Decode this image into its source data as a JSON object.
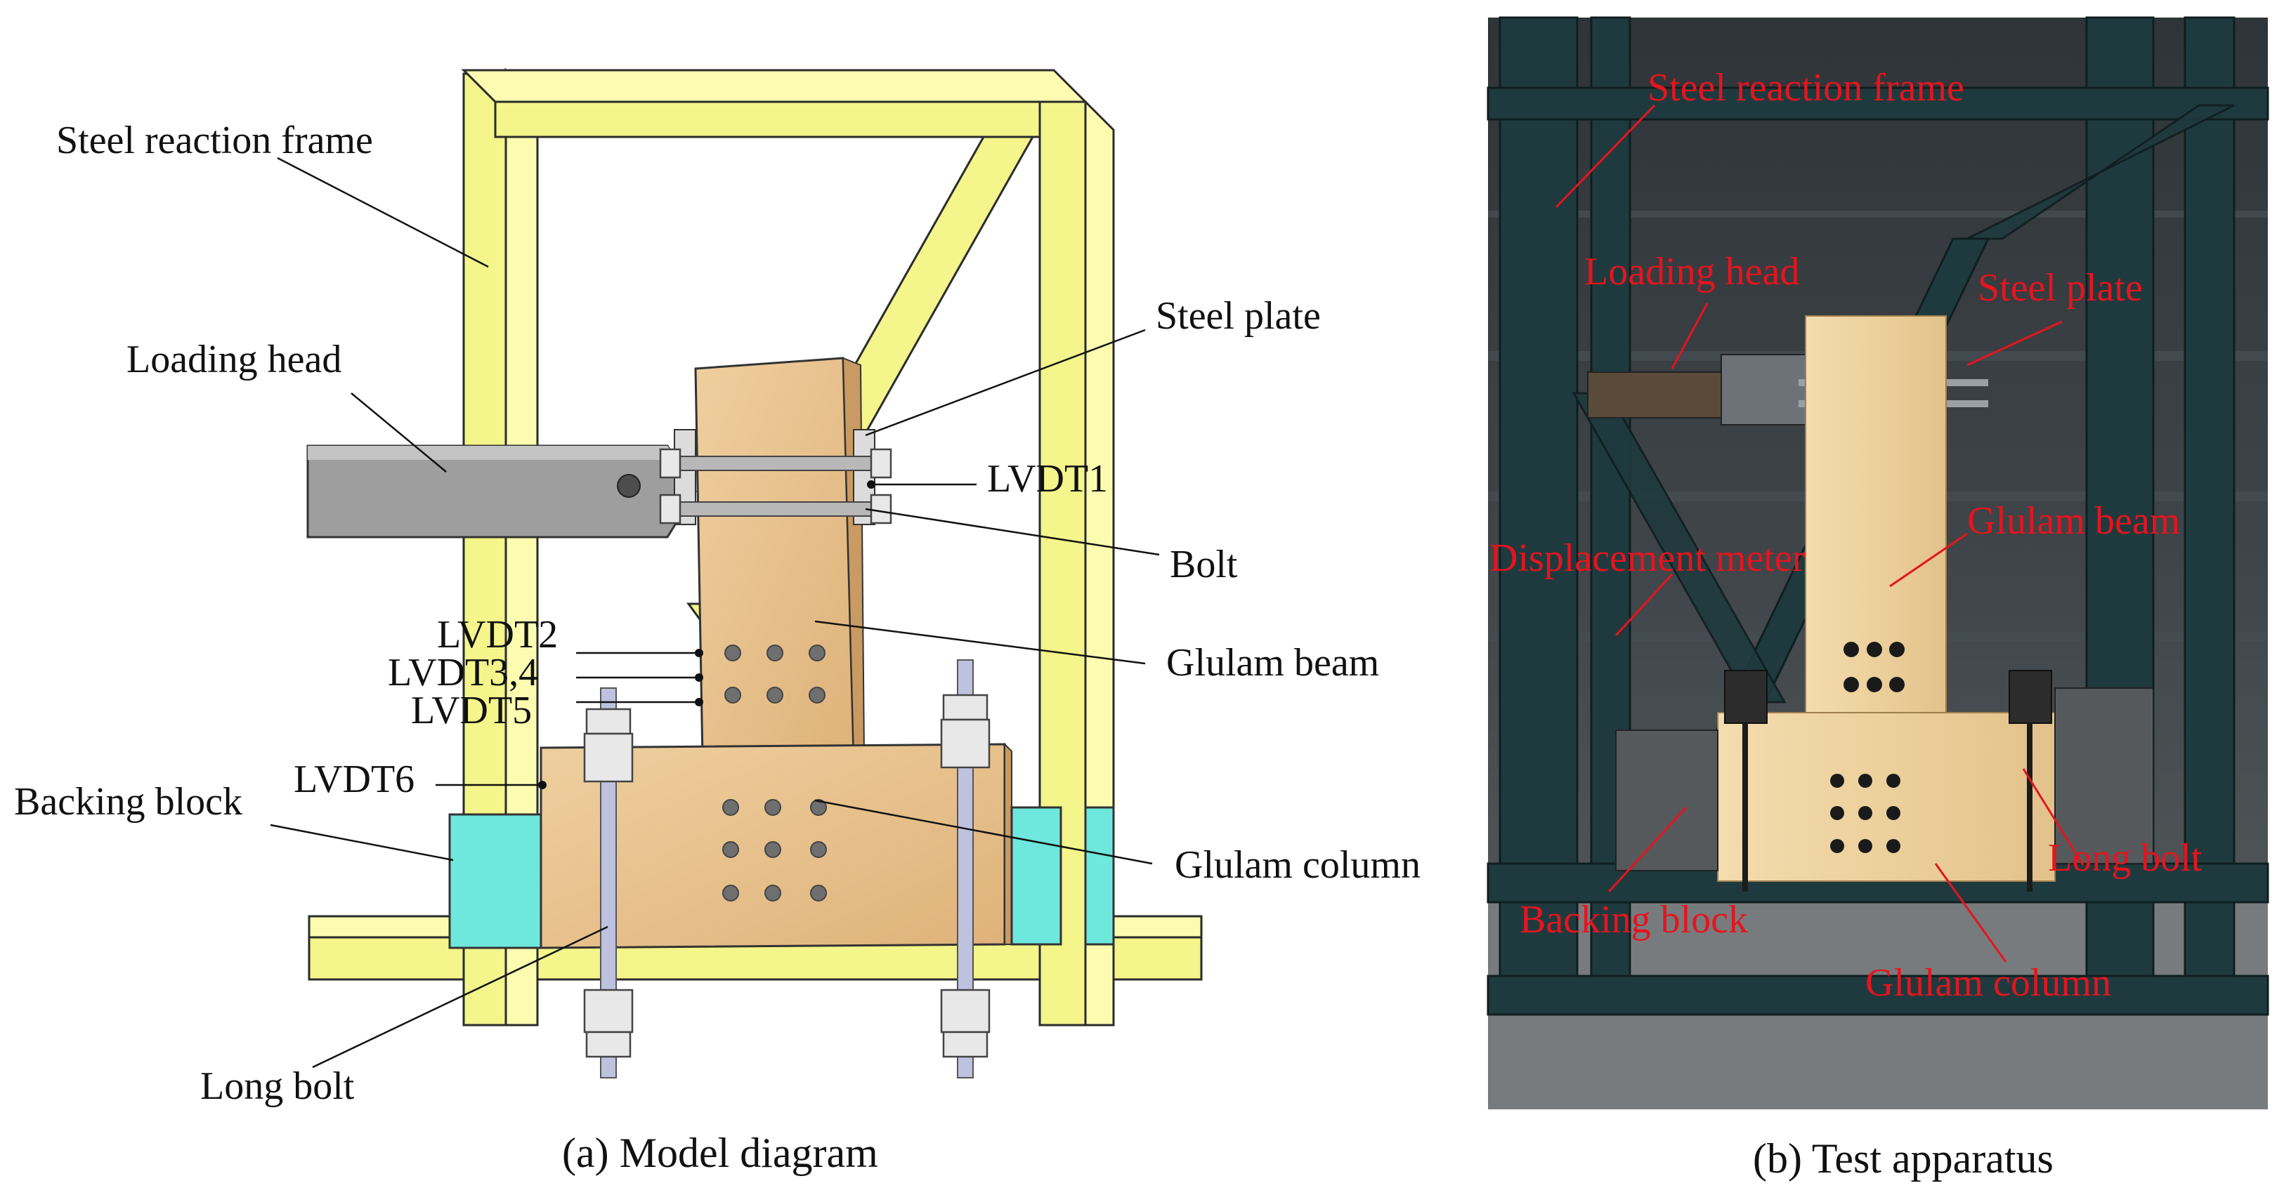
{
  "panel_a": {
    "caption": "(a) Model diagram",
    "labels": {
      "steel_reaction_frame": "Steel reaction frame",
      "loading_head": "Loading head",
      "steel_plate": "Steel plate",
      "lvdt1": "LVDT1",
      "bolt": "Bolt",
      "lvdt2": "LVDT2",
      "lvdt34": "LVDT3,4",
      "lvdt5": "LVDT5",
      "glulam_beam": "Glulam beam",
      "lvdt6": "LVDT6",
      "backing_block": "Backing block",
      "glulam_column": "Glulam column",
      "long_bolt": "Long bolt"
    },
    "colors": {
      "frame": "#f4f58a",
      "wood": "#e7c08e",
      "backing_block": "#6ee7dc",
      "loading_head": "#9e9e9e",
      "rod": "#bfc2de"
    }
  },
  "panel_b": {
    "caption": "(b) Test apparatus",
    "labels": {
      "steel_reaction_frame": "Steel reaction frame",
      "loading_head": "Loading head",
      "steel_plate": "Steel plate",
      "glulam_beam": "Glulam beam",
      "displacement_meter": "Displacement meter",
      "long_bolt": "Long bolt",
      "backing_block": "Backing block",
      "glulam_column": "Glulam column"
    },
    "label_color": "#e6141e"
  }
}
